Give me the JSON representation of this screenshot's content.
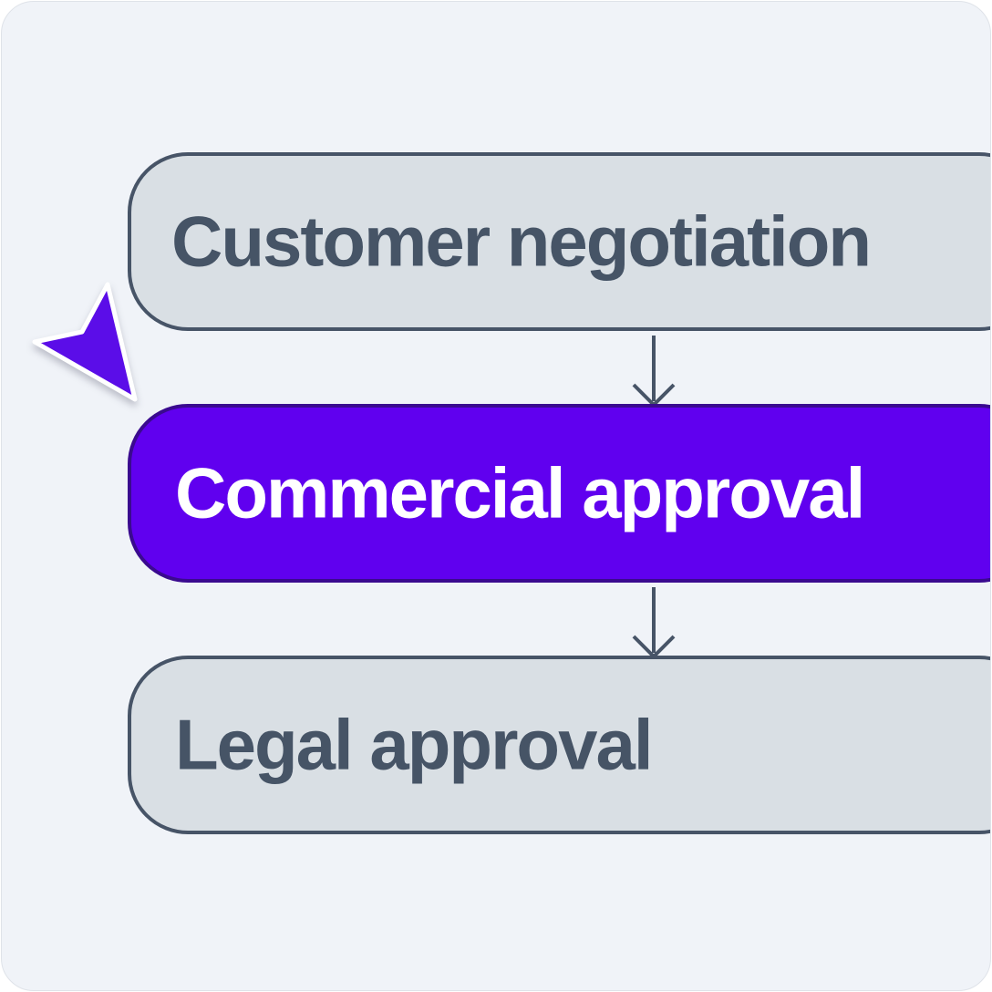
{
  "steps": [
    {
      "label": "Customer negotiation",
      "state": "default"
    },
    {
      "label": "Commercial approval",
      "state": "active"
    },
    {
      "label": "Legal approval",
      "state": "default"
    }
  ],
  "colors": {
    "background": "#f0f3f8",
    "step_fill": "#d9dfe4",
    "step_border": "#475467",
    "step_text": "#465466",
    "active_fill": "#6000ef",
    "active_border": "#3a0a8f",
    "active_text": "#ffffff",
    "cursor": "#5b0de8"
  },
  "cursor_icon": "pointer-arrow-icon"
}
